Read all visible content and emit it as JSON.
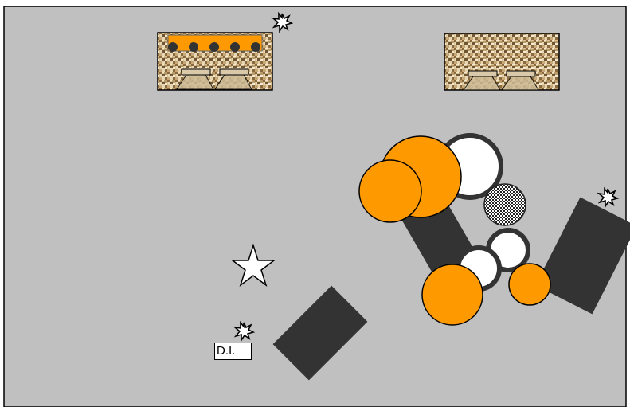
{
  "title": "",
  "colors": {
    "floor": "#c0c0c0",
    "border": "#000000",
    "drum": "#ff9900",
    "cymbal_fill": "#ffffff",
    "cymbal_ring": "#333333",
    "dark_block": "#333333",
    "amp_texture": [
      "#b99a6a",
      "#e8d7b4",
      "#8a6a3c",
      "#d9c193",
      "#f4ead2",
      "#6f5532",
      "#c7a878"
    ]
  },
  "icons": {
    "monitor": "burst-icon",
    "position_marker": "star-icon"
  },
  "labels": {
    "di_box": "D.I."
  },
  "elements": {
    "amps": [
      {
        "name": "amp-left",
        "has_orange_bar": true,
        "knob_count": 5
      },
      {
        "name": "amp-right",
        "has_orange_bar": false,
        "knob_count": 0
      }
    ],
    "drum_kit": {
      "orange_drums": 4,
      "cymbals": 3,
      "checkered_cymbal": 1
    },
    "dark_risers": 3,
    "monitors": 3
  }
}
